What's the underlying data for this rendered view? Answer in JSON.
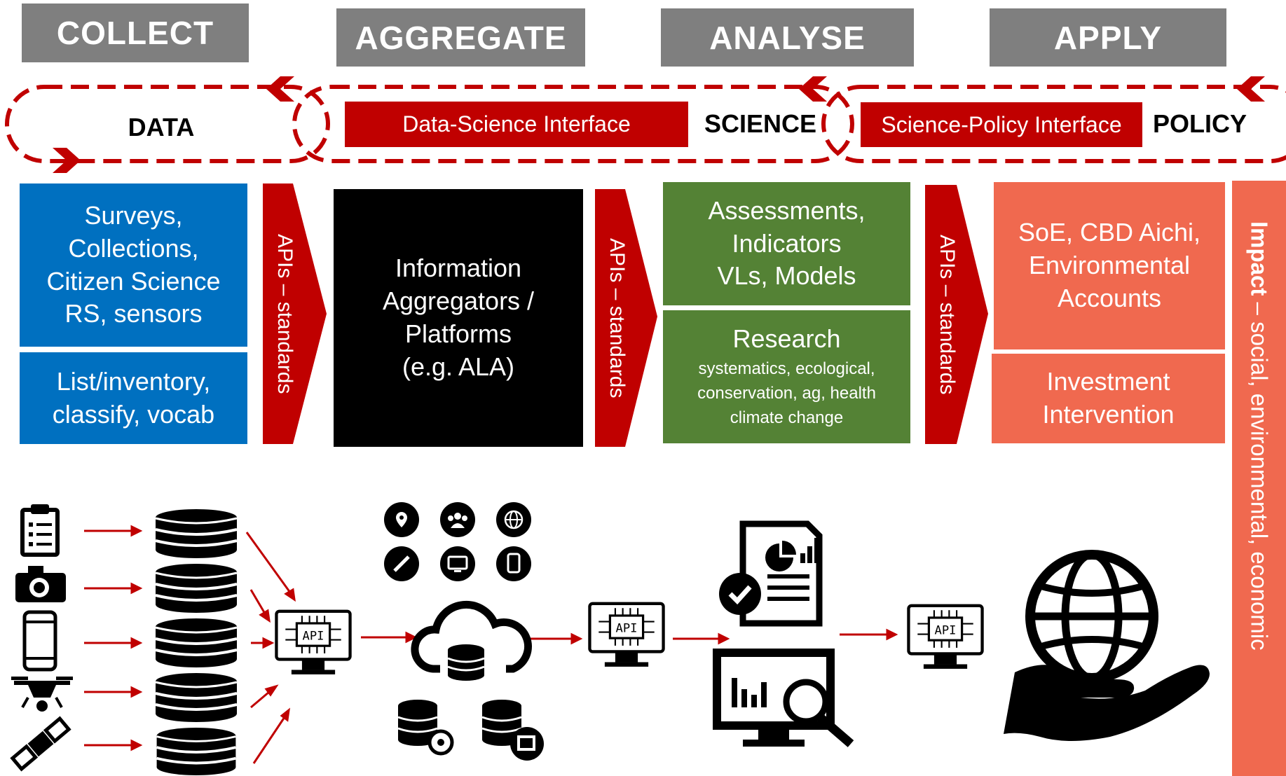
{
  "stages": [
    "COLLECT",
    "AGGREGATE",
    "ANALYSE",
    "APPLY"
  ],
  "cycle": {
    "data_label": "DATA",
    "science_label": "SCIENCE",
    "policy_label": "POLICY",
    "data_science_interface": "Data-Science Interface",
    "science_policy_interface": "Science-Policy Interface"
  },
  "collect": {
    "sources": [
      "Surveys,",
      "Collections,",
      "Citizen Science",
      "RS, sensors"
    ],
    "curation": [
      "List/inventory,",
      "classify, vocab"
    ]
  },
  "apis_label": "APIs – standards",
  "aggregate": {
    "lines": [
      "Information",
      "Aggregators /",
      "Platforms",
      "(e.g. ALA)"
    ]
  },
  "analyse": {
    "assessments": [
      "Assessments,",
      "Indicators",
      "VLs, Models"
    ],
    "research_title": "Research",
    "research_topics": [
      "systematics, ecological,",
      "conservation, ag, health",
      "climate change"
    ]
  },
  "apply": {
    "policy": [
      "SoE, CBD Aichi,",
      "Environmental",
      "Accounts"
    ],
    "investment": [
      "Investment",
      "Intervention"
    ]
  },
  "impact": {
    "bold": "Impact",
    "rest": " – social, environmental, economic"
  },
  "api_chip_label": "API",
  "colors": {
    "grey": "#7f7f7f",
    "red": "#c00000",
    "blue": "#0070c0",
    "black": "#000000",
    "green": "#548235",
    "orange": "#f0694f"
  },
  "icons": [
    "clipboard-icon",
    "camera-icon",
    "phone-icon",
    "drone-icon",
    "satellite-icon",
    "database-icon",
    "api-monitor-icon",
    "location-icon",
    "people-icon",
    "globe-icon",
    "pencil-icon",
    "monitor-icon",
    "tablet-icon",
    "cloud-database-icon",
    "database-gear-icon",
    "database-images-icon",
    "report-icon",
    "analytics-monitor-icon",
    "globe-in-hand-icon"
  ]
}
